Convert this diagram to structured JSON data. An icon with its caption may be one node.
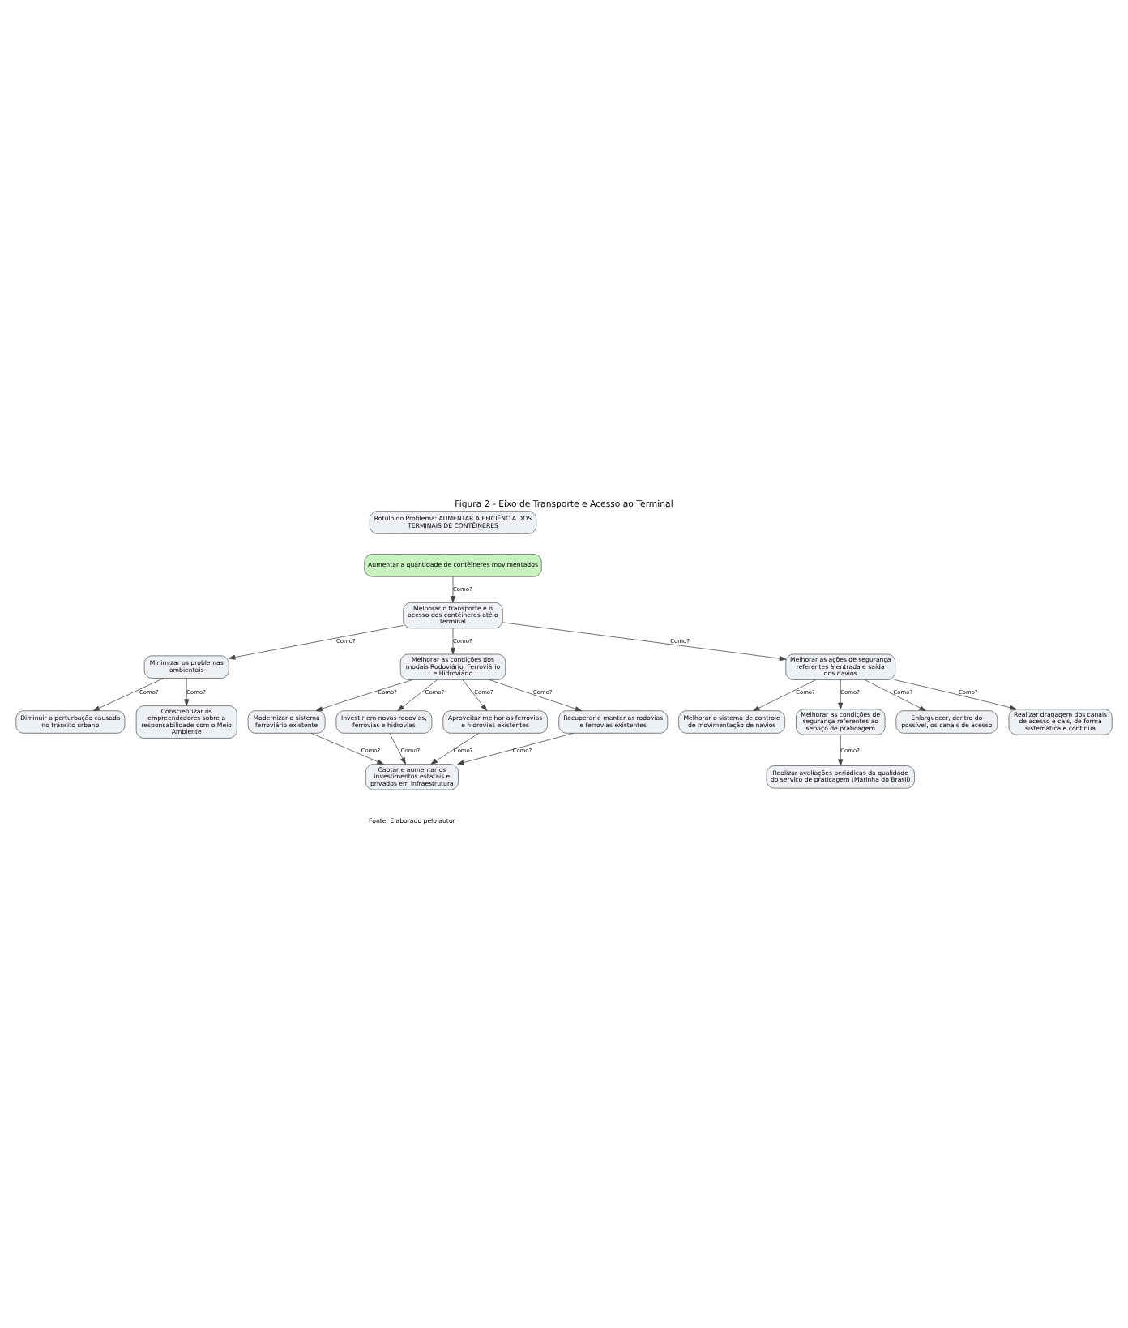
{
  "diagram": {
    "title": "Figura 2 - Eixo de Transporte e Acesso ao Terminal",
    "caption": "Fonte: Elaborado pelo autor",
    "nodes": [
      {
        "text": [
          "Rótulo do Problema: AUMENTAR A EFICIÊNCIA DOS TERMINAIS DE CONTÊINERES"
        ]
      },
      {
        "text": [
          "Aumentar a quantidade de contêineres movimentados"
        ]
      },
      {
        "text": [
          "Melhorar o transporte e o acesso dos contêineres até o terminal"
        ]
      },
      {
        "text": [
          "Minimizar os problemas ambientais"
        ]
      },
      {
        "text": [
          "Diminuir a perturbação causada no trânsito urbano"
        ]
      },
      {
        "text": [
          "Conscientizar os empreendedores sobre a responsabilidade com o Meio Ambiente"
        ]
      },
      {
        "text": [
          "Melhorar as condições dos modais Rodoviário, Ferroviário e Hidroviário"
        ]
      },
      {
        "text": [
          "Melhorar as ações de segurança referentes à entrada e saída dos navios"
        ]
      },
      {
        "text": [
          "Melhorar o sistema de controle de movimentação de navios"
        ]
      },
      {
        "text": [
          "Melhorar as condições de segurança referentes ao serviço de praticagem"
        ]
      },
      {
        "text": [
          "Enlarguecer, dentro do possível, os canais de acesso"
        ]
      },
      {
        "text": [
          "Realizar dragagem dos canais de acesso e cais, de forma sistemática e contínua"
        ]
      },
      {
        "text": [
          "Realizar avaliações periódicas da qualidade do serviço de praticagem (Marinha do Brasil)"
        ]
      },
      {
        "text": [
          "Modernizar o sistema ferroviário existente"
        ]
      },
      {
        "text": [
          "Investir em novas rodovias, ferrovias e hidrovias"
        ]
      },
      {
        "text": [
          "Aproveitar melhor as ferrovias e hidrovias existentes"
        ]
      },
      {
        "text": [
          "Recuperar e manter as rodovias e ferrovias existentes"
        ]
      },
      {
        "text": [
          "Captar e aumentar os investimentos estatais e privados em infraestrutura"
        ]
      }
    ],
    "edges": [
      {
        "from": 1,
        "to": 2,
        "arrow": "to",
        "label": "Como?"
      },
      {
        "from": 2,
        "to": 6,
        "arrow": "to",
        "label": "Como?"
      },
      {
        "from": 2,
        "to": 3,
        "arrow": "to",
        "label": "Como?"
      },
      {
        "from": 2,
        "to": 7,
        "arrow": "to",
        "label": "Como?"
      },
      {
        "from": 3,
        "to": 4,
        "arrow": "to",
        "label": "Como?"
      },
      {
        "from": 3,
        "to": 5,
        "arrow": "to",
        "label": "Como?"
      },
      {
        "from": 7,
        "to": 8,
        "arrow": "to",
        "label": "Como?"
      },
      {
        "from": 7,
        "to": 9,
        "arrow": "to",
        "label": "Como?"
      },
      {
        "from": 7,
        "to": 10,
        "arrow": "to",
        "label": "Como?"
      },
      {
        "from": 7,
        "to": 11,
        "arrow": "to",
        "label": "Como?"
      },
      {
        "from": 9,
        "to": 12,
        "arrow": "to",
        "label": "Como?"
      },
      {
        "from": 6,
        "to": 13,
        "arrow": "to",
        "label": "Como?"
      },
      {
        "from": 6,
        "to": 14,
        "arrow": "to",
        "label": "Como?"
      },
      {
        "from": 6,
        "to": 15,
        "arrow": "to",
        "label": "Como?"
      },
      {
        "from": 6,
        "to": 16,
        "arrow": "to",
        "label": "Como?"
      },
      {
        "from": 13,
        "to": 17,
        "arrow": "to",
        "label": "Como?"
      },
      {
        "from": 14,
        "to": 17,
        "arrow": "to",
        "label": "Como?"
      },
      {
        "from": 15,
        "to": 17,
        "arrow": "to",
        "label": "Como?"
      },
      {
        "from": 16,
        "to": 17,
        "arrow": "to",
        "label": "Como?"
      }
    ]
  }
}
